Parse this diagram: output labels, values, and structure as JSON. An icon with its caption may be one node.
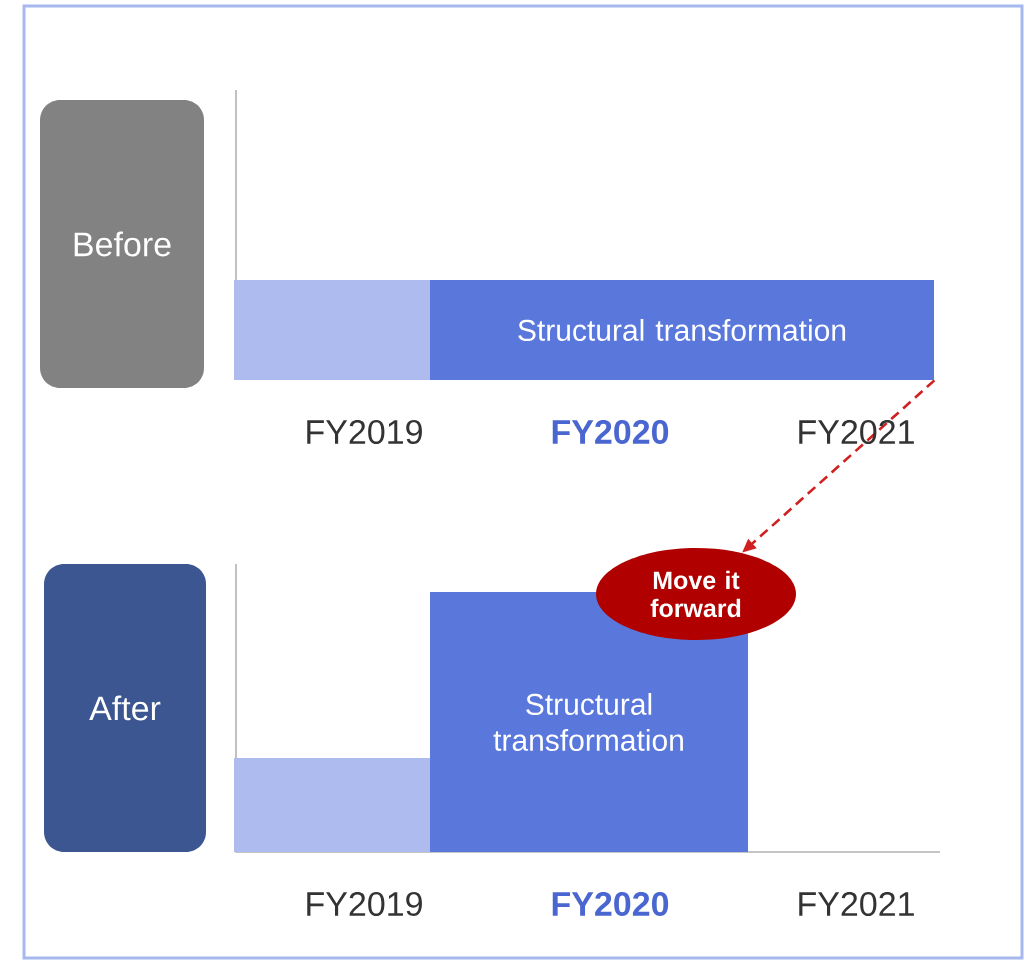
{
  "diagram": {
    "nodes": [
      {
        "text": [
          "Before"
        ]
      },
      {
        "text": [],
        "shape": "bar"
      },
      {
        "text": [
          "Structural transformation"
        ]
      },
      {
        "text": [
          "After"
        ]
      },
      {
        "text": [],
        "shape": "bar"
      },
      {
        "text": [
          "Structural transformation"
        ]
      },
      {
        "text": [
          "Move it forward"
        ]
      }
    ],
    "edges": [
      {
        "from": 2,
        "to": 6,
        "arrow": "to",
        "style": "dashed",
        "color": "#d02020"
      }
    ],
    "labels": [
      "FY2019",
      "FY2020",
      "FY2021",
      "FY2019",
      "FY2020",
      "FY2021"
    ]
  }
}
